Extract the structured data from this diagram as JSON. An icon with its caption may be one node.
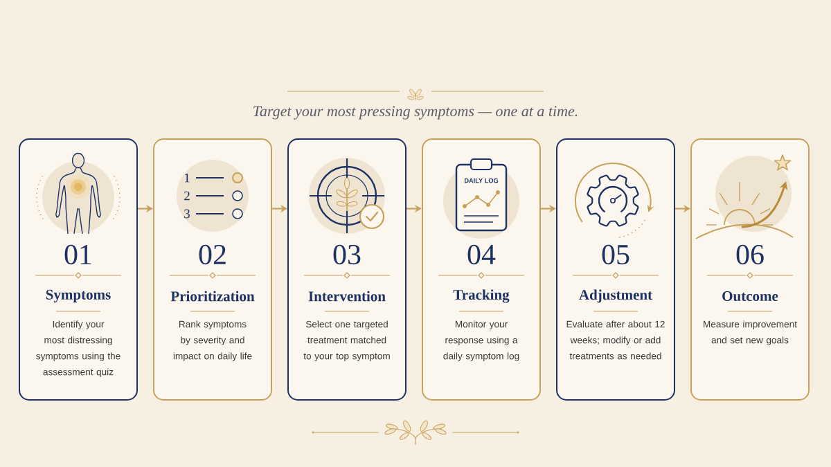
{
  "diagram": {
    "nodes": [
      {
        "text": [
          "01",
          "Symptoms",
          "Identify your most distressing symptoms using the assessment quiz"
        ]
      },
      {
        "text": [
          "02",
          "Prioritization",
          "Rank symptoms by severity and impact on daily life"
        ]
      },
      {
        "text": [
          "03",
          "Intervention",
          "Select one targeted treatment matched to your top symptom"
        ]
      },
      {
        "text": [
          "04",
          "Tracking",
          "Monitor your response using a daily symptom log"
        ]
      },
      {
        "text": [
          "05",
          "Adjustment",
          "Evaluate after about 12 weeks; modify or add treatments as needed"
        ]
      },
      {
        "text": [
          "06",
          "Outcome",
          "Measure improvement and set new goals"
        ]
      }
    ],
    "edges": [
      {
        "from": 0,
        "to": 1,
        "arrow": "to"
      },
      {
        "from": 1,
        "to": 2,
        "arrow": "to"
      },
      {
        "from": 2,
        "to": 3,
        "arrow": "to"
      },
      {
        "from": 3,
        "to": 4,
        "arrow": "to"
      },
      {
        "from": 4,
        "to": 5,
        "arrow": "to"
      }
    ],
    "labels": [
      "Target your most pressing symptoms — one at a time.",
      "1",
      "2",
      "3",
      "DAILY LOG"
    ]
  }
}
